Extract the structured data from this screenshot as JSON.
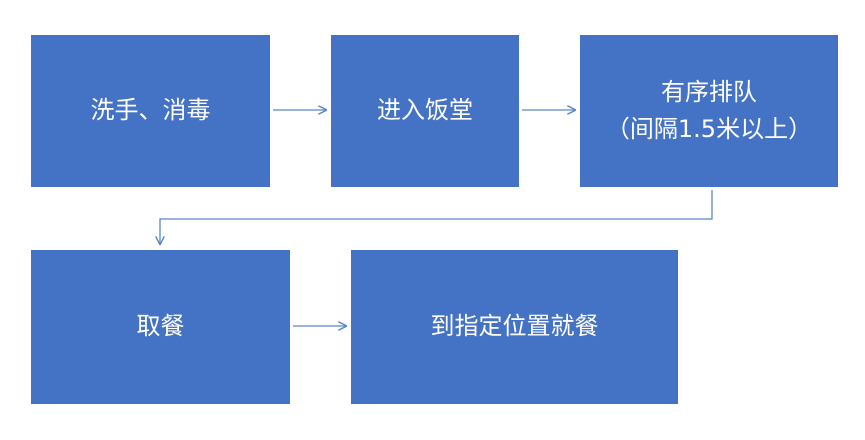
{
  "flow": {
    "steps": [
      {
        "id": "step-1",
        "lines": [
          "洗手、消毒"
        ]
      },
      {
        "id": "step-2",
        "lines": [
          "进入饭堂"
        ]
      },
      {
        "id": "step-3",
        "lines": [
          "有序排队",
          "（间隔1.5米以上）"
        ]
      },
      {
        "id": "step-4",
        "lines": [
          "取餐"
        ]
      },
      {
        "id": "step-5",
        "lines": [
          "到指定位置就餐"
        ]
      }
    ],
    "connections": [
      {
        "from": "step-1",
        "to": "step-2"
      },
      {
        "from": "step-2",
        "to": "step-3"
      },
      {
        "from": "step-3",
        "to": "step-4"
      },
      {
        "from": "step-4",
        "to": "step-5"
      }
    ],
    "colors": {
      "box": "#4472c4",
      "text": "#ffffff",
      "arrow": "#5b86c8"
    }
  }
}
